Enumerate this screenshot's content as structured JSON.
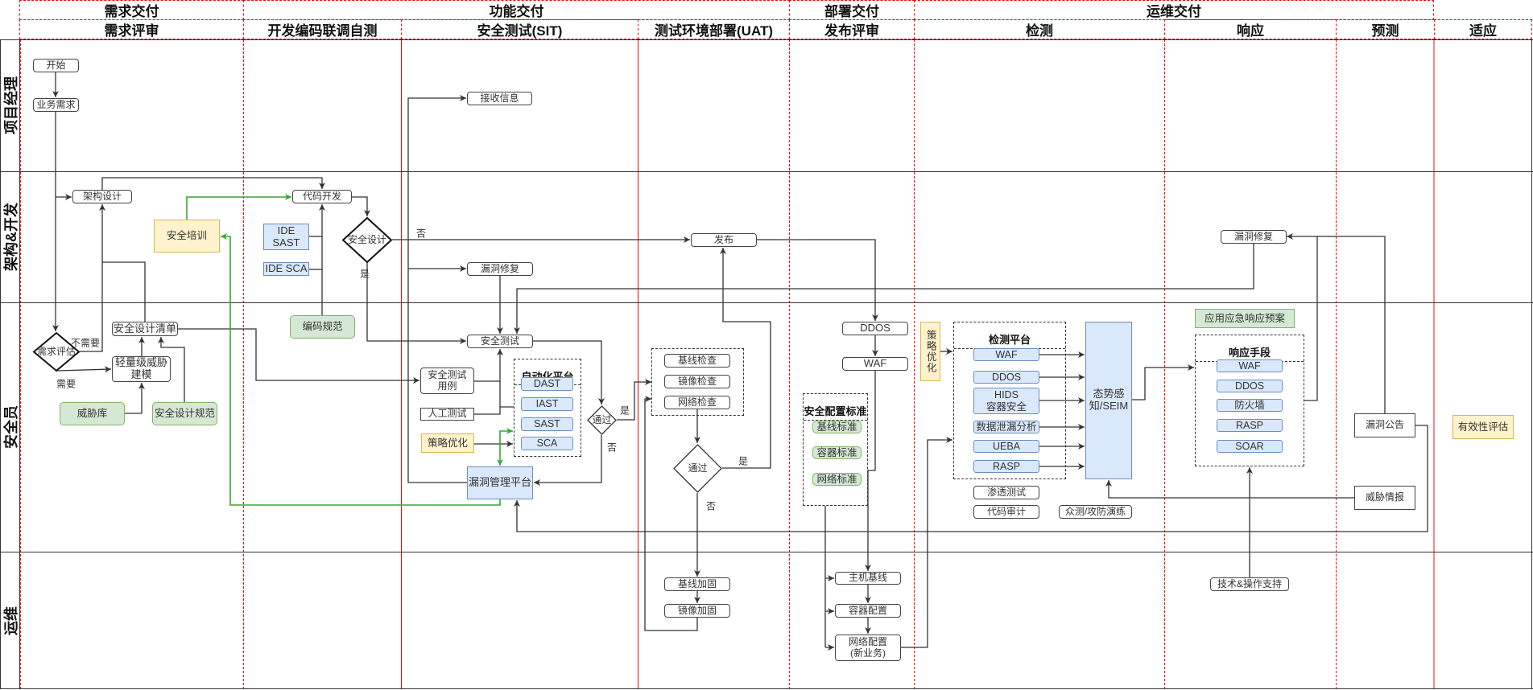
{
  "diagram": {
    "phases": [
      {
        "label": "需求交付"
      },
      {
        "label": "功能交付"
      },
      {
        "label": "部署交付"
      },
      {
        "label": "运维交付"
      }
    ],
    "stages": [
      {
        "label": "需求评审"
      },
      {
        "label": "开发编码联调自测"
      },
      {
        "label": "安全测试(SIT)"
      },
      {
        "label": "测试环境部署(UAT)"
      },
      {
        "label": "发布评审"
      },
      {
        "label": "检测"
      },
      {
        "label": "响应"
      },
      {
        "label": "预测"
      },
      {
        "label": "适应"
      }
    ],
    "lanes": [
      {
        "label": "项目经理"
      },
      {
        "label": "架构&开发"
      },
      {
        "label": "安全员"
      },
      {
        "label": "运维"
      }
    ]
  },
  "nodes": {
    "start": "开始",
    "business_req": "业务需求",
    "receive_info": "接收信息",
    "arch_design": "架构设计",
    "security_training": "安全培训",
    "code_dev": "代码开发",
    "ide_sast": "IDE\nSAST",
    "ide_sca": "IDE SCA",
    "security_design": "安全设计",
    "vuln_fix_sit": "漏洞修复",
    "release": "发布",
    "vuln_fix_ops": "漏洞修复",
    "req_assess": "需求评估",
    "design_checklist": "安全设计清单",
    "threat_modeling": "轻量级威胁\n建模",
    "threat_lib": "威胁库",
    "design_spec": "安全设计规范",
    "coding_spec": "编码规范",
    "security_test": "安全测试",
    "test_cases": "安全测试\n用例",
    "manual_test": "人工测试",
    "strategy_opt_sit": "策略优化",
    "auto_platform": {
      "title": "自动化平台",
      "items": [
        "DAST",
        "IAST",
        "SAST",
        "SCA"
      ]
    },
    "pass_sit": "通过",
    "vuln_mgmt": "漏洞管理平台",
    "uat_checks": {
      "items": [
        "基线检查",
        "镜像检查",
        "网络检查"
      ]
    },
    "pass_uat": "通过",
    "release_ddos": "DDOS",
    "release_waf": "WAF",
    "config_std": {
      "title": "安全配置标准",
      "items": [
        "基线标准",
        "容器标准",
        "网络标准"
      ]
    },
    "baseline_harden": "基线加固",
    "image_harden": "镜像加固",
    "host_baseline": "主机基线",
    "container_config": "容器配置",
    "network_config": "网络配置\n(新业务)",
    "strategy_opt_detect": "策略优化",
    "detect_platform": {
      "title": "检测平台",
      "items": [
        "WAF",
        "DDOS",
        "HIDS\n容器安全",
        "数据泄漏分析",
        "UEBA",
        "RASP"
      ]
    },
    "seim": "态势感\n知/SEIM",
    "pentest": "渗透测试",
    "code_audit": "代码审计",
    "crowd_test": "众测/攻防演练",
    "response_plan": "应用应急响应预案",
    "response_means": {
      "title": "响应手段",
      "items": [
        "WAF",
        "DDOS",
        "防火墙",
        "RASP",
        "SOAR"
      ]
    },
    "tech_support": "技术&操作支持",
    "vuln_notice": "漏洞公告",
    "threat_intel": "威胁情报",
    "effectiveness_eval": "有效性评估"
  },
  "edge_labels": {
    "req_not_needed": "不需要",
    "req_needed": "需要",
    "design_no": "否",
    "design_yes": "是",
    "sit_yes": "是",
    "sit_no": "否",
    "uat_yes": "是",
    "uat_no": "否"
  },
  "colors": {
    "lane_border": "#333333",
    "phase_divider": "#ff0000",
    "connector": "#333333",
    "feedback_connector": "#33aa33",
    "blue_fill": "#dae8fc",
    "blue_stroke": "#6c8ebf",
    "green_fill": "#d5e8d4",
    "green_stroke": "#82b366",
    "yellow_fill": "#fff2cc",
    "yellow_stroke": "#d6b656"
  }
}
